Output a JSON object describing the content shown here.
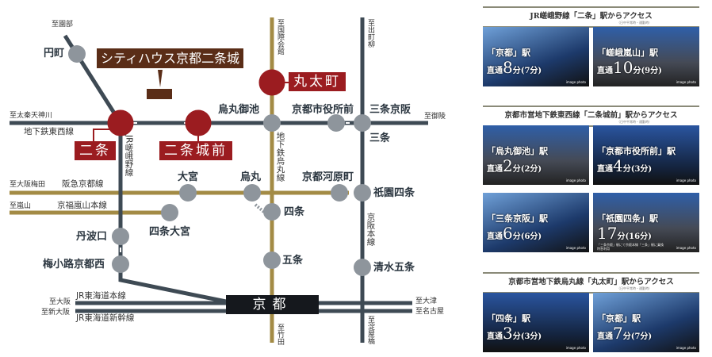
{
  "colors": {
    "subway_tozai": "#3e4a54",
    "karasuma": "#a38b45",
    "station_gray": "#8e959c",
    "nearest_station": "#9b1c20",
    "property": "#5a2d17",
    "kyoto_box": "#15181d"
  },
  "map": {
    "property_name": "シティハウス京都二条城",
    "nearest": {
      "nijo": "二条",
      "nijojomae": "二条城前",
      "marutamachi": "丸太町"
    },
    "kyoto": "京都",
    "stations": {
      "enmachi": "円町",
      "karasuma_oike": "烏丸御池",
      "shiyakusho": "京都市役所前",
      "sanjo_keihan": "三条京阪",
      "sanjo": "三条",
      "omiya": "大宮",
      "karasuma": "烏丸",
      "kawaramachi": "京都河原町",
      "gion_shijo": "祇園四条",
      "shijo": "四条",
      "shijo_omiya": "四条大宮",
      "tambaguchi": "丹波口",
      "umekoji": "梅小路京都西",
      "gojo": "五条",
      "kiyomizu_gojo": "清水五条"
    },
    "lines": {
      "tozai": "地下鉄東西線",
      "sagano": "JR嵯峨野線",
      "karasuma": "地下鉄烏丸線",
      "hankyu": "阪急京都線",
      "keifuku": "京福嵐山本線",
      "keihan": "京阪本線",
      "tokaido": "JR東海道本線",
      "shinkansen": "JR東海道新幹線"
    },
    "directions": {
      "sonobe": "至園部",
      "uzumasa": "至太秦天神川",
      "kokusai": "至国際会館",
      "demachi": "至出町柳",
      "misasagi": "至御陵",
      "umeda": "至大阪梅田",
      "arashiyama": "至嵐山",
      "osaka": "至大阪",
      "shinosaka": "至新大阪",
      "otsu": "至大津",
      "nagoya": "至名古屋",
      "takeda": "至竹田",
      "yodoyabashi": "至淀屋橋"
    }
  },
  "access": [
    {
      "title": "JR嵯峨野線「二条」駅からアクセス",
      "note": "（日中平常時・通勤時）",
      "photos": [
        {
          "station": "「京都」駅",
          "prefix": "直通",
          "min": "8",
          "unit": "分",
          "alt": "(7分)",
          "credit": "image photo"
        },
        {
          "station": "「嵯峨嵐山」駅",
          "prefix": "直通",
          "min": "10",
          "unit": "分",
          "alt": "(9分)",
          "credit": "image photo"
        }
      ]
    },
    {
      "title": "京都市営地下鉄東西線「二条城前」駅からアクセス",
      "note": "（日中平常時・通勤時）",
      "photos": [
        {
          "station": "「烏丸御池」駅",
          "prefix": "直通",
          "min": "2",
          "unit": "分",
          "alt": "(2分)",
          "credit": "image photo"
        },
        {
          "station": "「京都市役所前」駅",
          "prefix": "直通",
          "min": "4",
          "unit": "分",
          "alt": "(3分)",
          "credit": "image photo"
        },
        {
          "station": "「三条京阪」駅",
          "prefix": "直通",
          "min": "6",
          "unit": "分",
          "alt": "(6分)",
          "credit": "image photo"
        },
        {
          "station": "「祇園四条」駅",
          "prefix": "",
          "min": "17",
          "unit": "分",
          "alt": "(16分)",
          "note": "「三条京阪」駅にて京阪本線「三条」駅に乗換 特急利用",
          "credit": "image photo"
        }
      ]
    },
    {
      "title": "京都市営地下鉄烏丸線「丸太町」駅からアクセス",
      "note": "（日中平常時・通勤時）",
      "photos": [
        {
          "station": "「四条」駅",
          "prefix": "直通",
          "min": "3",
          "unit": "分",
          "alt": "(3分)",
          "credit": "image photo"
        },
        {
          "station": "「京都」駅",
          "prefix": "直通",
          "min": "7",
          "unit": "分",
          "alt": "(7分)",
          "credit": "image photo"
        }
      ]
    }
  ]
}
